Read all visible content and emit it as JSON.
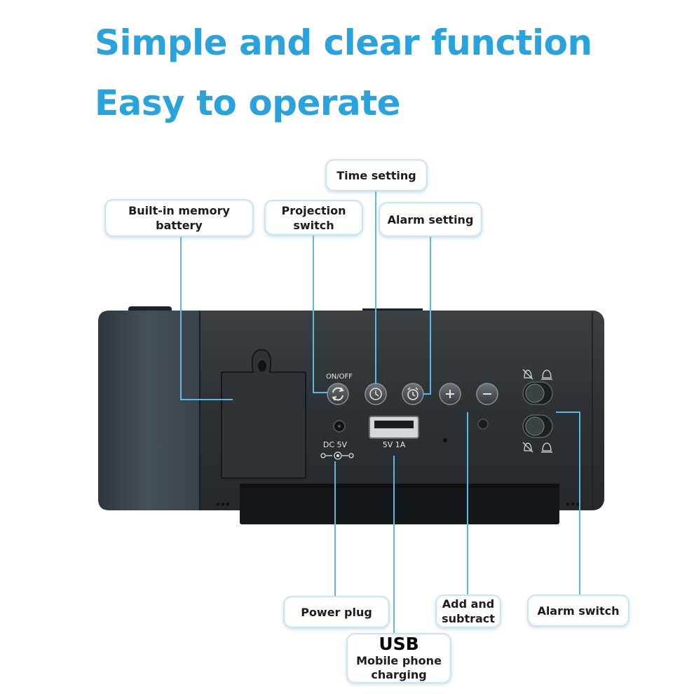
{
  "headline": {
    "line1": "Simple and clear function",
    "line2": "Easy to operate"
  },
  "callouts": {
    "memory_battery": [
      "Built-in memory",
      "battery"
    ],
    "projection_switch": [
      "Projection",
      "switch"
    ],
    "time_setting": "Time setting",
    "alarm_setting": "Alarm setting",
    "power_plug": "Power plug",
    "usb_title": "USB",
    "usb_desc": [
      "Mobile phone",
      "charging"
    ],
    "add_subtract": [
      "Add and",
      "subtract"
    ],
    "alarm_switch": "Alarm switch"
  },
  "device_labels": {
    "on_off": "ON/OFF",
    "dc": "DC 5V",
    "usb_rating": "5V 1A"
  },
  "colors": {
    "headline": "#2aa2dc",
    "callout_border": "#cfe3ec",
    "leader_line": "#5fb8e2",
    "device_body": "#2c3135",
    "device_end_cap": "#3a4348"
  },
  "icons": {
    "projection": "rotate-arrows-icon",
    "time": "clock-icon",
    "alarm": "alarm-clock-icon",
    "plus": "plus-icon",
    "minus": "minus-icon",
    "alarm_off": "bell-off-icon",
    "alarm_on": "bell-icon"
  }
}
